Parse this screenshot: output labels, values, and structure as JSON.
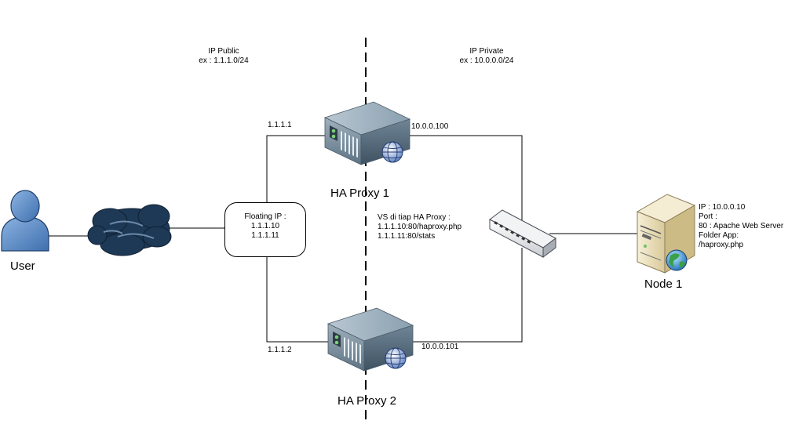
{
  "zones": {
    "public": {
      "title": "IP Public",
      "subnet": "ex : 1.1.1.0/24"
    },
    "private": {
      "title": "IP Private",
      "subnet": "ex : 10.0.0.0/24"
    }
  },
  "user": {
    "label": "User"
  },
  "floating_ip": {
    "title": "Floating IP :",
    "ips": [
      "1.1.1.10",
      "1.1.1.11"
    ]
  },
  "proxy1": {
    "label": "HA Proxy 1",
    "public_ip": "1.1.1.1",
    "private_ip": "10.0.0.100"
  },
  "proxy2": {
    "label": "HA Proxy 2",
    "public_ip": "1.1.1.2",
    "private_ip": "10.0.0.101"
  },
  "vs": {
    "lines": [
      "VS di tiap HA Proxy :",
      "1.1.1.10:80/haproxy.php",
      "1.1.1.11:80/stats"
    ]
  },
  "node": {
    "label": "Node 1",
    "info": [
      "IP : 10.0.0.10",
      "Port :",
      "80 : Apache Web Server",
      "Folder App:",
      "/haproxy.php"
    ]
  },
  "colors": {
    "user": "#5b8ac3",
    "cloud": "#1d3956",
    "server": "#6f8596",
    "node": "#ecdfb8"
  },
  "icons": [
    "user-icon",
    "cloud-icon",
    "server-icon",
    "switch-icon",
    "web-server-icon",
    "globe-icon"
  ]
}
